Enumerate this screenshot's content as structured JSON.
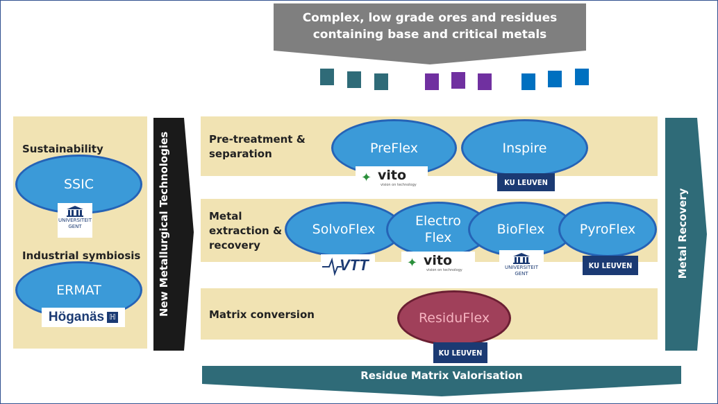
{
  "top_banner": {
    "line1": "Complex, low grade ores and residues",
    "line2": "containing base and critical metals"
  },
  "left_panel": {
    "sustainability_label": "Sustainability",
    "ssic": "SSIC",
    "ugent_logo": {
      "line1": "UNIVERSITEIT",
      "line2": "GENT"
    },
    "industrial_symbiosis_label": "Industrial symbiosis",
    "ermat": "ERMAT",
    "hoganas_logo": "Höganäs"
  },
  "vertical_arrows": {
    "left": "New Metallurgical Technologies",
    "right": "Metal Recovery"
  },
  "rows": {
    "pretreatment": {
      "label_line1": "Pre-treatment &",
      "label_line2": "separation",
      "preflex": "PreFlex",
      "inspire": "Inspire"
    },
    "extraction": {
      "label_line1": "Metal",
      "label_line2": "extraction &",
      "label_line3": "recovery",
      "solvoflex": "SolvoFlex",
      "electroflex_line1": "Electro",
      "electroflex_line2": "Flex",
      "bioflex": "BioFlex",
      "pyroflex": "PyroFlex"
    },
    "matrix": {
      "label": "Matrix conversion",
      "residuflex": "ResiduFlex"
    }
  },
  "logos": {
    "vito": "vito",
    "vito_tagline": "vision on technology",
    "ku_leuven": "KU LEUVEN",
    "vtt": "VTT"
  },
  "bottom_banner": "Residue Matrix Valorisation",
  "colors": {
    "teal": "#2f6b78",
    "purple": "#7030a0",
    "blue": "#0070c0",
    "band": "#f1e3b3",
    "ellipse": "#3b9ad8",
    "residuflex": "#a0405a",
    "dark_arrow": "#1a1a1a",
    "banner_gray": "#7f7f7f"
  }
}
